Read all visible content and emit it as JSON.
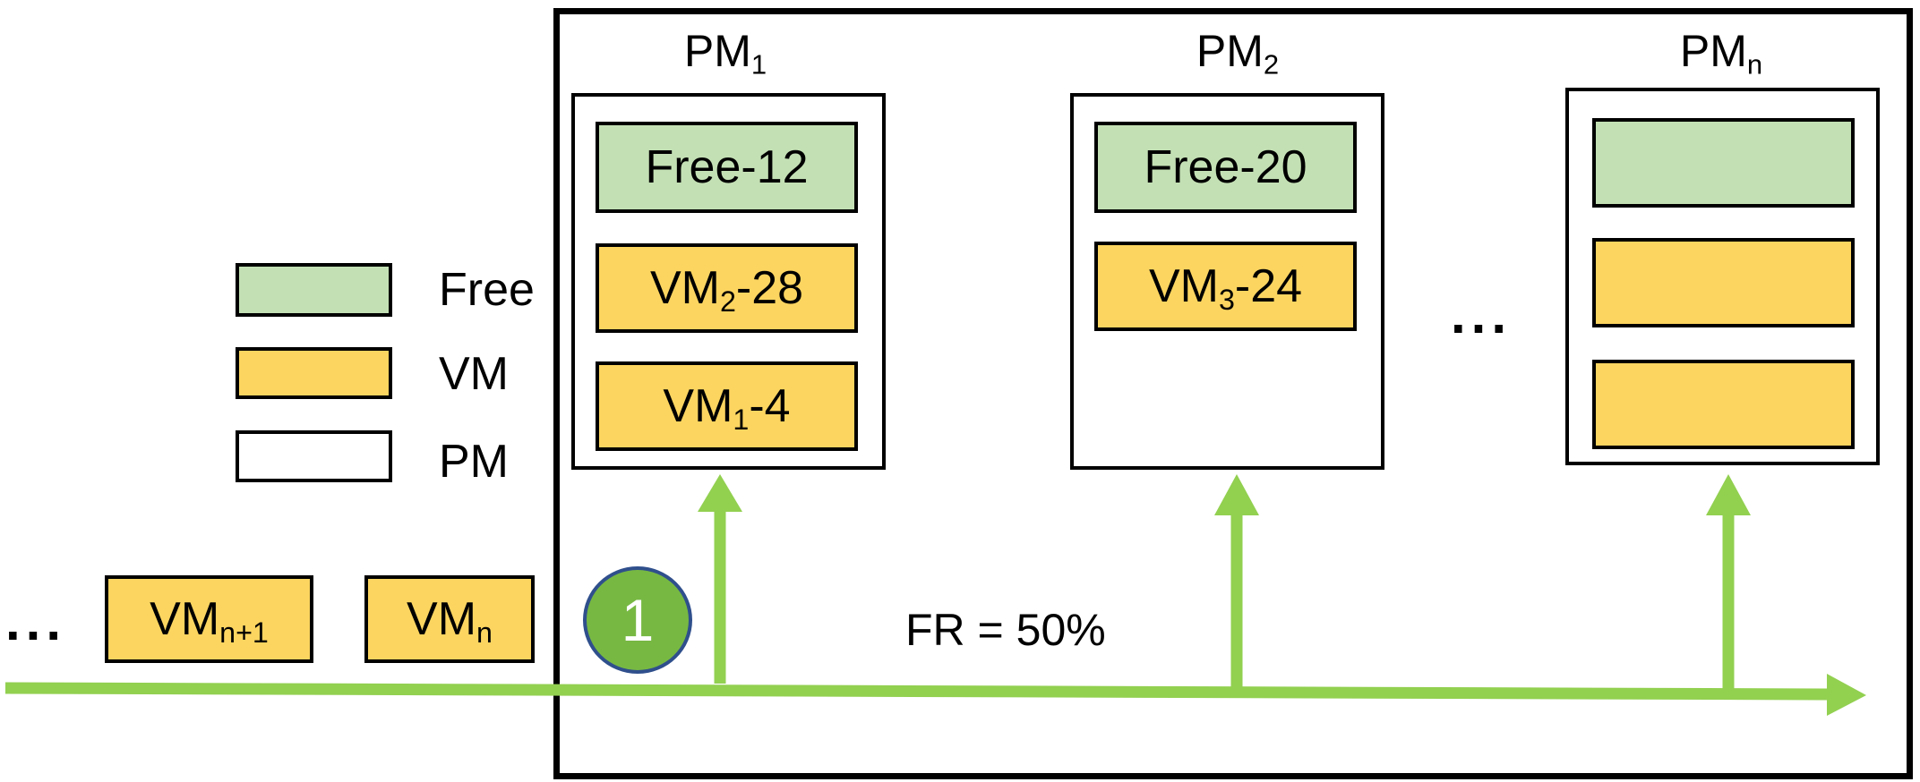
{
  "legend": {
    "free_label": "Free",
    "vm_label": "VM",
    "pm_label": "PM"
  },
  "pms": [
    {
      "name": "PM",
      "sub": "1",
      "slots": [
        {
          "kind": "free",
          "text": "Free-12"
        },
        {
          "kind": "vm",
          "name": "VM",
          "sub": "2",
          "suffix": "-28"
        },
        {
          "kind": "vm",
          "name": "VM",
          "sub": "1",
          "suffix": "-4"
        }
      ]
    },
    {
      "name": "PM",
      "sub": "2",
      "slots": [
        {
          "kind": "free",
          "text": "Free-20"
        },
        {
          "kind": "vm",
          "name": "VM",
          "sub": "3",
          "suffix": "-24"
        }
      ]
    },
    {
      "name": "PM",
      "sub": "n",
      "slots": [
        {
          "kind": "free",
          "text": ""
        },
        {
          "kind": "vm",
          "text": ""
        },
        {
          "kind": "vm",
          "text": ""
        }
      ]
    }
  ],
  "queue": {
    "leading_dots": "...",
    "items": [
      {
        "name": "VM",
        "sub": "n+1"
      },
      {
        "name": "VM",
        "sub": "n"
      }
    ]
  },
  "between_pms_dots": "...",
  "step_marker": "1",
  "fr_label": "FR = 50%",
  "colors": {
    "free": "#c3e0b4",
    "vm": "#fcd560",
    "arrow": "#92d050",
    "marker_fill": "#77b843",
    "marker_border": "#2f4f8c"
  }
}
